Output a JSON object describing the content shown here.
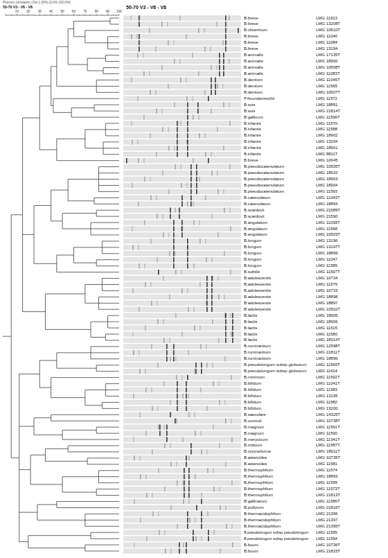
{
  "diagram": {
    "labels": [
      "Pearson correlation (Opt:1.00%) [0.0%-100.0%]",
      "50-70 V3 - V6 - V8",
      "50-70 V3 - V6 - V8",
      "10",
      "20",
      "30",
      "40",
      "50",
      "60",
      "70",
      "80",
      "90",
      "100",
      "B.breve",
      "LMG 11613",
      "B.breve",
      "LMG 13208T",
      "B.choerinum",
      "LMG 10510T",
      "B.breve",
      "LMG 11040",
      "B.breve",
      "LMG 11084",
      "B.breve",
      "LMG 13194",
      "B.animalis",
      "LMG 17135T",
      "B.animalis",
      "LMG 18900",
      "B.animalis",
      "LMG 10508T",
      "B.animalis",
      "LMG 11083T",
      "B.dentium",
      "LMG 11045T",
      "B.dentium",
      "LMG 11565",
      "B.dentium",
      "LMG 10507T",
      "P.freundenreichii",
      "LMG 11572",
      "B.suis",
      "LMG 18891",
      "B.suis",
      "LMG 21814T",
      "B.gallicum",
      "LMG 11596T",
      "B.infantis",
      "LMG 11570",
      "B.infantis",
      "LMG 11588",
      "B.infantis",
      "LMG 18902",
      "B.infantis",
      "LMG 13204",
      "B.infantis",
      "LMG 18901",
      "B.infantis",
      "LMG 8811T",
      "B.breve",
      "LMG 10645",
      "B.pseudocatenulatum",
      "LMG 10505T",
      "B.pseudocatenulatum",
      "LMG 18910",
      "B.pseudocatenulatum",
      "LMG 18903",
      "B.pseudocatenulatum",
      "LMG 18904",
      "B.pseudocatenulatum",
      "LMG 11593",
      "B.catenulatum",
      "LMG 11043T",
      "B.catenulatum",
      "LMG 18894",
      "B.scardovii",
      "LMG 21589T",
      "B.scardovii",
      "LMG 21590",
      "B.angulatum",
      "LMG 11039T",
      "B.angulatum",
      "LMG 11568",
      "B.angulatum",
      "LMG 10503T",
      "B.longum",
      "LMG 13196",
      "B.longum",
      "LMG 13197T",
      "B.longum",
      "LMG 18899",
      "B.longum",
      "LMG 11047",
      "B.longum",
      "LMG 11589",
      "B.subtile",
      "LMG 11597T",
      "B.adolescentis",
      "LMG 10734",
      "B.adolescentis",
      "LMG 11579",
      "B.adolescentis",
      "LMG 10733",
      "B.adolescentis",
      "LMG 18898",
      "B.adolescentis",
      "LMG 18897",
      "B.adolescentis",
      "LMG 10502T",
      "B.lactis",
      "LMG 18905",
      "B.lactis",
      "LMG 18906",
      "B.lactis",
      "LMG 11615",
      "B.lactis",
      "LMG 11580",
      "B.lactis",
      "LMG 18314T",
      "B.ruminantium",
      "LMG 12598T",
      "B.ruminantium",
      "LMG 21811T",
      "B.ruminantium",
      "LMG 18896",
      "B.pseudolongum subsp globosum",
      "LMG 11569T",
      "B.pseudolongum subsp globosum",
      "LMG 11614",
      "B.minimum",
      "LMG 11592T",
      "B.bifidum",
      "LMG 11041T",
      "B.bifidum",
      "LMG 11583",
      "B.bifidum",
      "LMG 13195",
      "B.bifidum",
      "LMG 11582",
      "B.bifidum",
      "LMG 13200",
      "B.saeculare",
      "LMG 14325T",
      "B.cuniculi",
      "LMG 10738T",
      "B.magnum",
      "LMG 11591T",
      "B.magnum",
      "LMG 11590",
      "B.merycicum",
      "LMG 11341T",
      "B.indicum",
      "LMG 11587T",
      "B.coryneforme",
      "LMG 18911T",
      "B.asteroides",
      "LMG 10735T",
      "B.asteroides",
      "LMG 11581",
      "B.thermophilum",
      "LMG 11574",
      "B.thermophilum",
      "LMG 18893",
      "B.thermophilum",
      "LMG 11599",
      "B.thermophilum",
      "LMG 11573T",
      "B.thermophilum",
      "LMG 21813T",
      "B.gallinarum",
      "LMG 11586T",
      "B.pullorum",
      "LMG 21816T",
      "B.thermacidophilum",
      "LMG 21396",
      "B.thermacidophilum",
      "LMG 21397",
      "B.thermacidophilum",
      "LMG 21395T",
      "B.pseudolongum subsp pseudolongum",
      "LMG 11595",
      "B.pseudolongum subsp pseudolongum",
      "LMG 11594",
      "B.boum",
      "LMG 10736T",
      "B.boum",
      "LMG 21815T"
    ]
  }
}
